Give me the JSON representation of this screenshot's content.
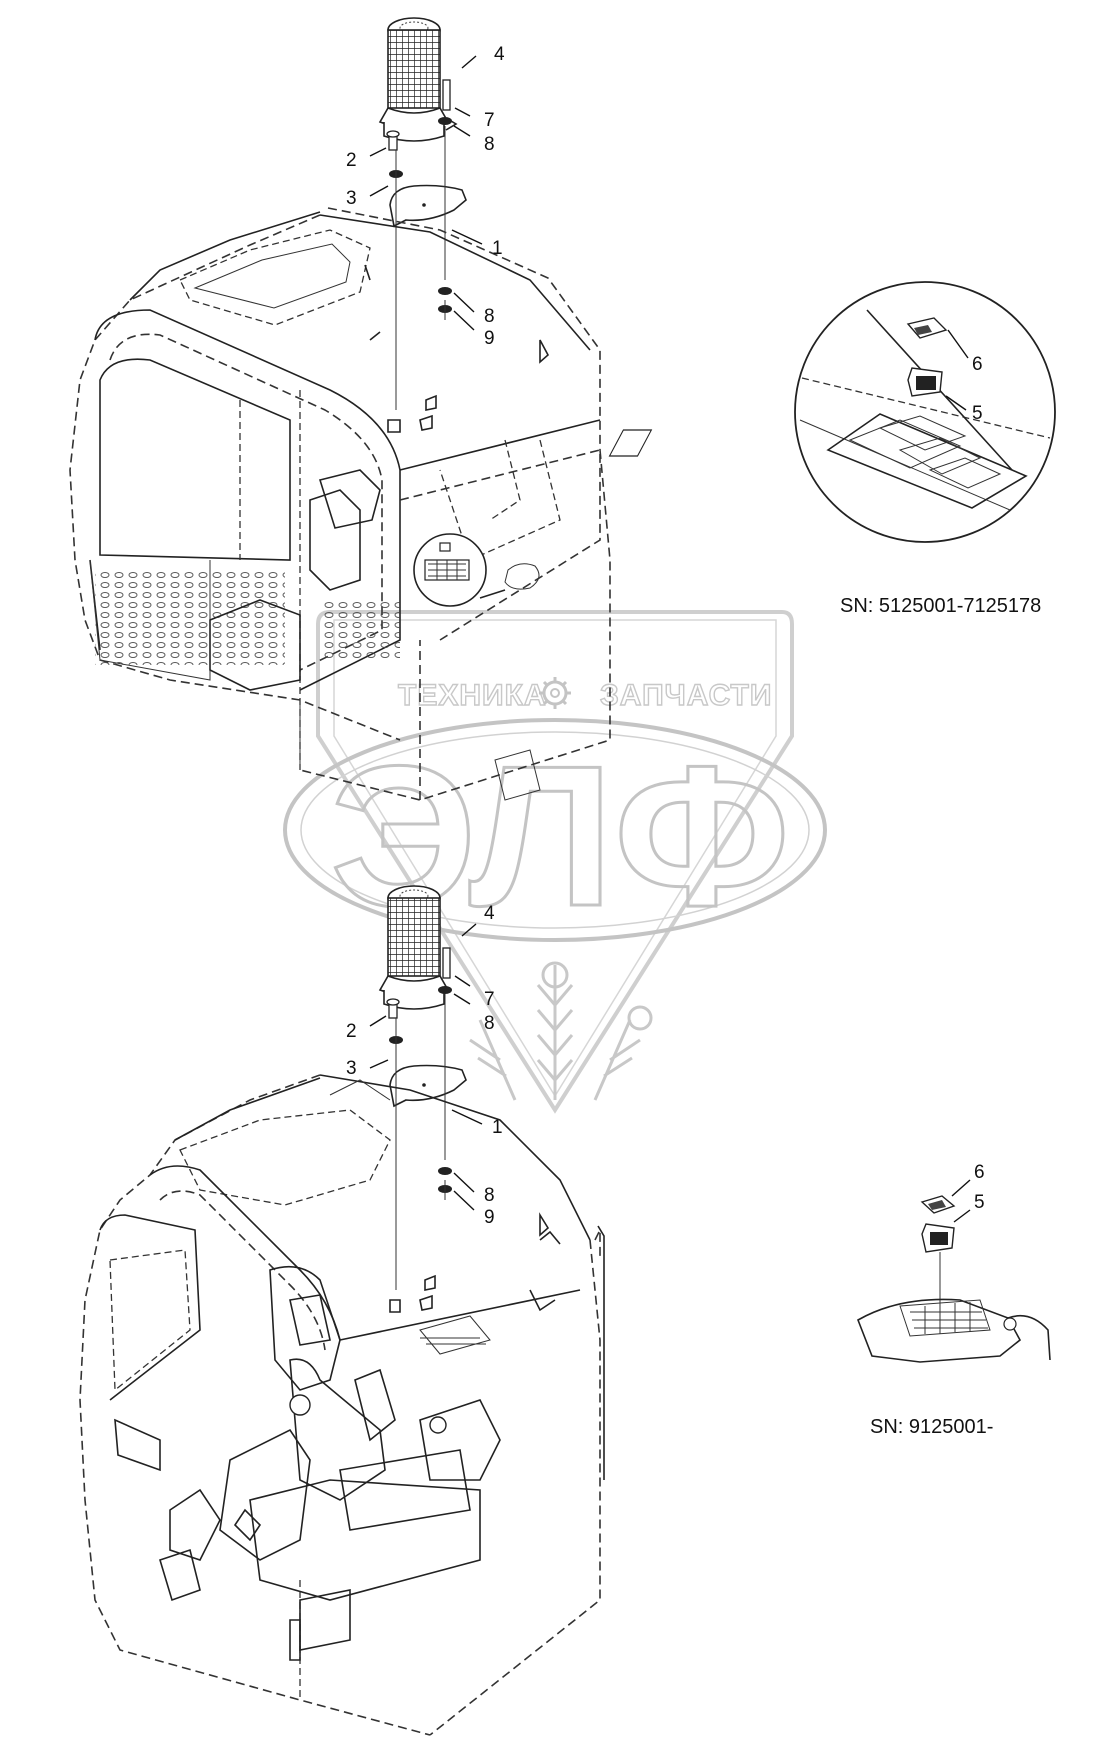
{
  "watermark": {
    "left_word": "ТЕХНИКА",
    "right_word": "ЗАПЧАСТИ",
    "logo_letters": "ЭЛФ",
    "brand_color": "#c8c8c8"
  },
  "views": [
    {
      "id": "upper",
      "serial_range": "SN: 5125001-7125178",
      "callouts": [
        "4",
        "7",
        "8",
        "2",
        "3",
        "1",
        "8",
        "9",
        "6",
        "5"
      ]
    },
    {
      "id": "lower",
      "serial_range": "SN: 9125001-",
      "callouts": [
        "4",
        "7",
        "8",
        "2",
        "3",
        "1",
        "8",
        "9",
        "6",
        "5"
      ]
    }
  ],
  "icons": [
    "beacon-lamp-icon",
    "switch-icon",
    "gear-icon"
  ]
}
